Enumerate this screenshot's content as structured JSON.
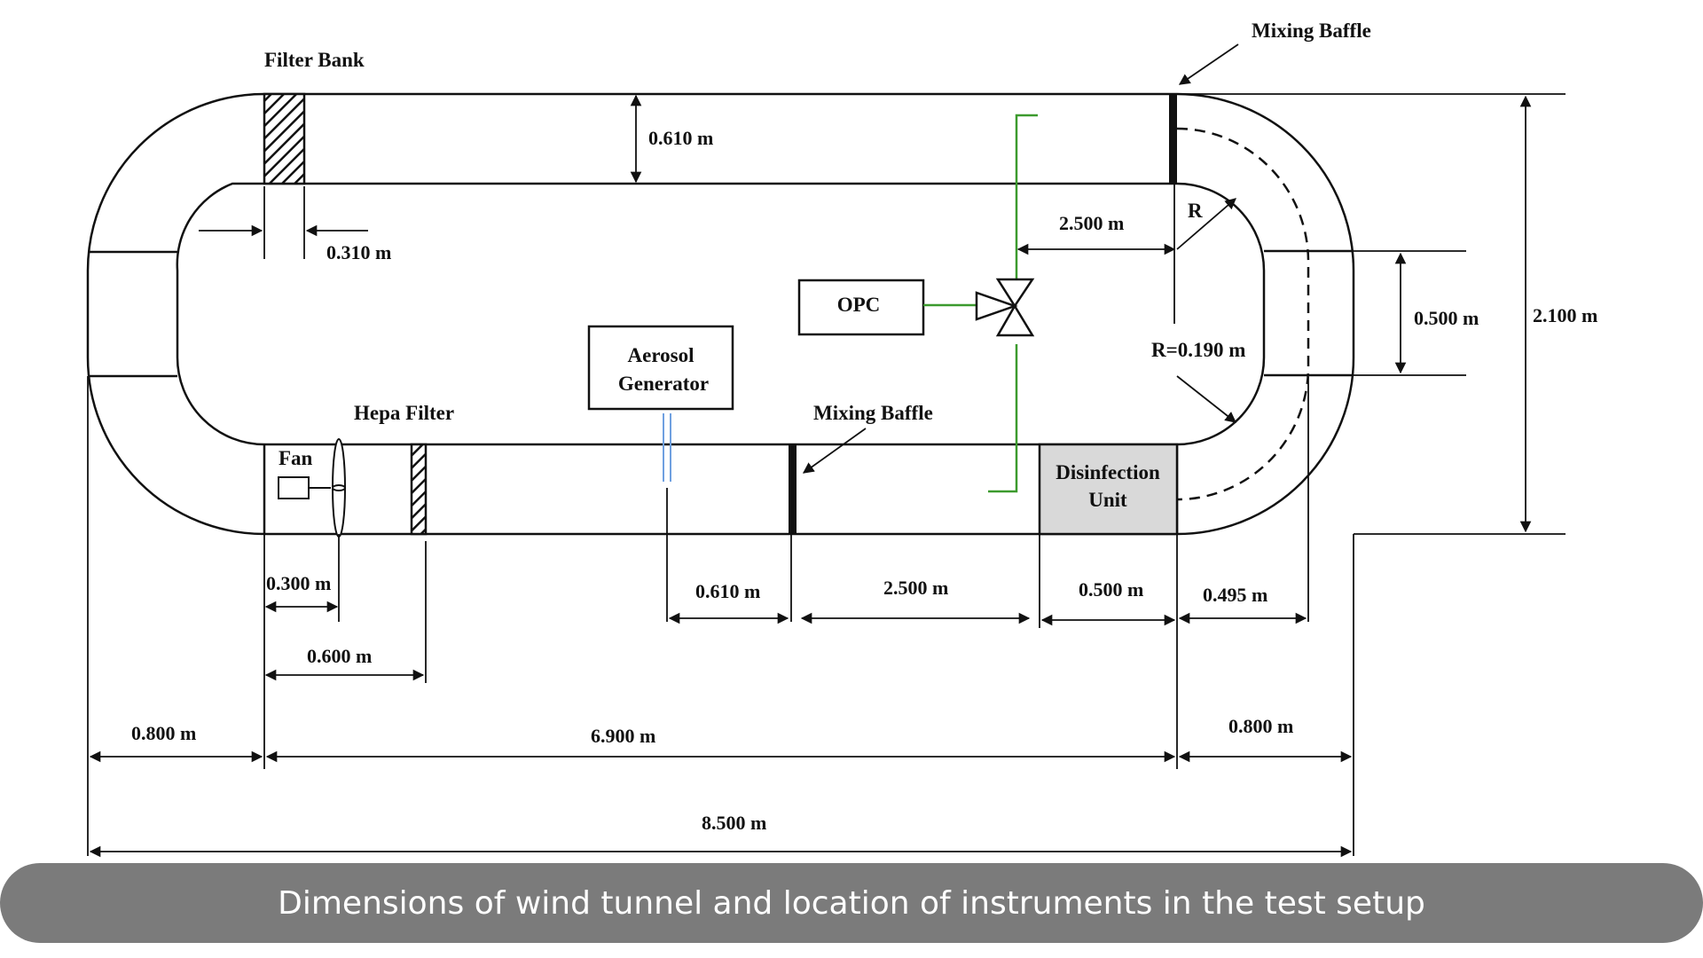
{
  "caption": "Dimensions of wind tunnel and location of instruments in the test setup",
  "labels": {
    "filter_bank": "Filter Bank",
    "mixing_baffle_top": "Mixing Baffle",
    "mixing_baffle_bottom": "Mixing Baffle",
    "hepa_filter": "Hepa Filter",
    "fan": "Fan",
    "opc": "OPC",
    "aerosol_generator_line1": "Aerosol",
    "aerosol_generator_line2": "Generator",
    "disinfection_unit_line1": "Disinfection",
    "disinfection_unit_line2": "Unit",
    "r": "R",
    "r_value": "R=0.190 m"
  },
  "dimensions": {
    "height_top_duct": "0.610 m",
    "filter_gap": "0.310 m",
    "opc_distance": "2.500 m",
    "inlet_height": "0.500 m",
    "total_height": "2.100 m",
    "fan_offset": "0.300 m",
    "hepa_offset": "0.600 m",
    "aerosol_to_baffle": "0.610 m",
    "baffle_to_unit": "2.500 m",
    "unit_length": "0.500 m",
    "unit_to_bend": "0.495 m",
    "left_bend": "0.800 m",
    "straight_length": "6.900 m",
    "right_bend": "0.800 m",
    "total_length": "8.500 m"
  },
  "colors": {
    "probe": "#3c9a2e",
    "aerosol_injector": "#6fa0e0",
    "unit_fill": "#d9d9d9",
    "caption_bg": "#7b7b7b"
  }
}
